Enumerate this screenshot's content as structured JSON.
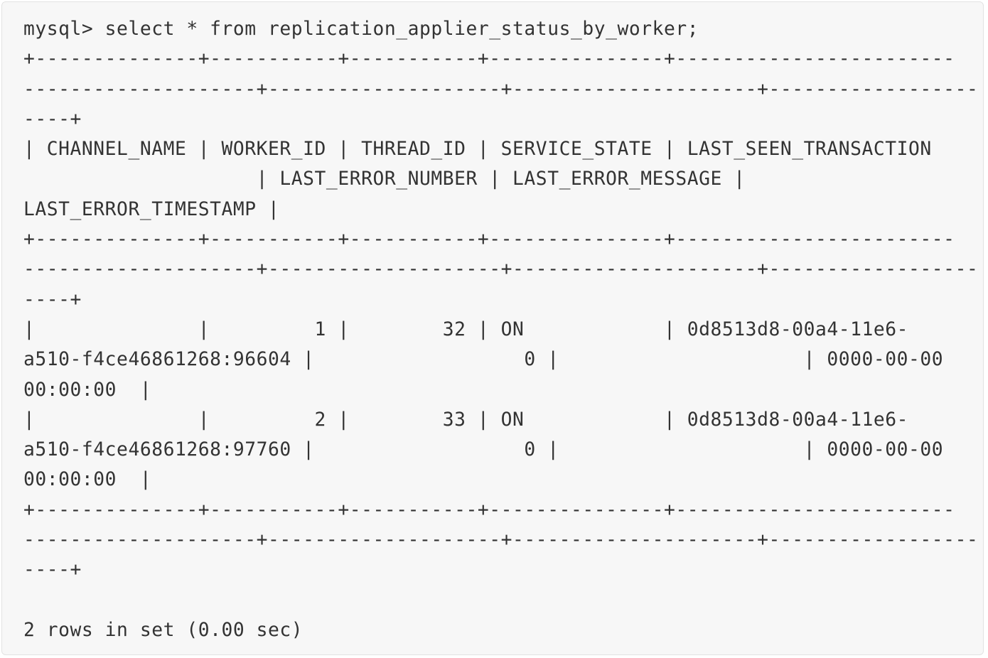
{
  "terminal": {
    "lines": [
      "mysql> select * from replication_applier_status_by_worker;",
      "+--------------+-----------+-----------+---------------+------------------------",
      "--------------------+--------------------+---------------------+------------------",
      "----+",
      "| CHANNEL_NAME | WORKER_ID | THREAD_ID | SERVICE_STATE | LAST_SEEN_TRANSACTION",
      "                    | LAST_ERROR_NUMBER | LAST_ERROR_MESSAGE |",
      "LAST_ERROR_TIMESTAMP |",
      "+--------------+-----------+-----------+---------------+------------------------",
      "--------------------+--------------------+---------------------+------------------",
      "----+",
      "|              |         1 |        32 | ON            | 0d8513d8-00a4-11e6-",
      "a510-f4ce46861268:96604 |                  0 |                     | 0000-00-00",
      "00:00:00  |",
      "|              |         2 |        33 | ON            | 0d8513d8-00a4-11e6-",
      "a510-f4ce46861268:97760 |                  0 |                     | 0000-00-00",
      "00:00:00  |",
      "+--------------+-----------+-----------+---------------+------------------------",
      "--------------------+--------------------+---------------------+------------------",
      "----+",
      "",
      "2 rows in set (0.00 sec)"
    ]
  }
}
